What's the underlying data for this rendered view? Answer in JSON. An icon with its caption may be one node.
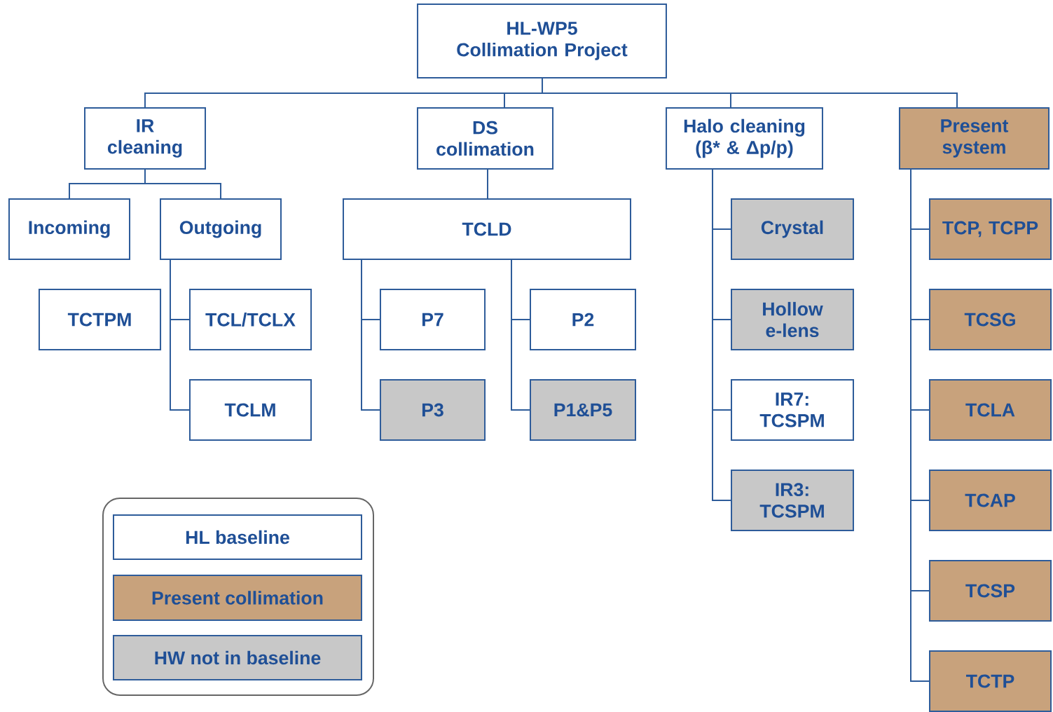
{
  "diagram": {
    "nodes": [
      {
        "text": [
          "HL-WP5 Collimation Project"
        ]
      },
      {
        "text": [
          "IR cleaning"
        ]
      },
      {
        "text": [
          "DS collimation"
        ]
      },
      {
        "text": [
          "Halo cleaning (β* & Δp/p)"
        ]
      },
      {
        "text": [
          "Present system"
        ]
      },
      {
        "text": [
          "Incoming"
        ]
      },
      {
        "text": [
          "Outgoing"
        ]
      },
      {
        "text": [
          "TCLD"
        ]
      },
      {
        "text": [
          "Crystal"
        ]
      },
      {
        "text": [
          "TCP, TCPP"
        ]
      },
      {
        "text": [
          "TCTPM"
        ]
      },
      {
        "text": [
          "TCL/TCLX"
        ]
      },
      {
        "text": [
          "P7"
        ]
      },
      {
        "text": [
          "P2"
        ]
      },
      {
        "text": [
          "Hollow e-lens"
        ]
      },
      {
        "text": [
          "TCSG"
        ]
      },
      {
        "text": [
          "TCLM"
        ]
      },
      {
        "text": [
          "P3"
        ]
      },
      {
        "text": [
          "P1&P5"
        ]
      },
      {
        "text": [
          "IR7: TCSPM"
        ]
      },
      {
        "text": [
          "TCLA"
        ]
      },
      {
        "text": [
          "IR3: TCSPM"
        ]
      },
      {
        "text": [
          "TCAP"
        ]
      },
      {
        "text": [
          "TCSP"
        ]
      },
      {
        "text": [
          "TCTP"
        ]
      }
    ],
    "edges": [
      {
        "from": 0,
        "to": 1,
        "arrow": "none"
      },
      {
        "from": 0,
        "to": 2,
        "arrow": "none"
      },
      {
        "from": 0,
        "to": 3,
        "arrow": "none"
      },
      {
        "from": 0,
        "to": 4,
        "arrow": "none"
      },
      {
        "from": 1,
        "to": 5,
        "arrow": "none"
      },
      {
        "from": 1,
        "to": 6,
        "arrow": "none"
      },
      {
        "from": 6,
        "to": 11,
        "arrow": "none"
      },
      {
        "from": 6,
        "to": 16,
        "arrow": "none"
      },
      {
        "from": 2,
        "to": 7,
        "arrow": "none"
      },
      {
        "from": 7,
        "to": 12,
        "arrow": "none"
      },
      {
        "from": 7,
        "to": 17,
        "arrow": "none"
      },
      {
        "from": 7,
        "to": 13,
        "arrow": "none"
      },
      {
        "from": 7,
        "to": 18,
        "arrow": "none"
      },
      {
        "from": 3,
        "to": 8,
        "arrow": "none"
      },
      {
        "from": 3,
        "to": 14,
        "arrow": "none"
      },
      {
        "from": 3,
        "to": 19,
        "arrow": "none"
      },
      {
        "from": 3,
        "to": 21,
        "arrow": "none"
      },
      {
        "from": 4,
        "to": 9,
        "arrow": "none"
      },
      {
        "from": 4,
        "to": 15,
        "arrow": "none"
      },
      {
        "from": 4,
        "to": 20,
        "arrow": "none"
      },
      {
        "from": 4,
        "to": 22,
        "arrow": "none"
      },
      {
        "from": 4,
        "to": 23,
        "arrow": "none"
      },
      {
        "from": 4,
        "to": 24,
        "arrow": "none"
      }
    ],
    "legend": [
      {
        "text": "HL baseline"
      },
      {
        "text": "Present collimation",
        "color": "#c8a27c"
      },
      {
        "text": "HW not in baseline",
        "color": "#c8c8c8"
      }
    ]
  }
}
